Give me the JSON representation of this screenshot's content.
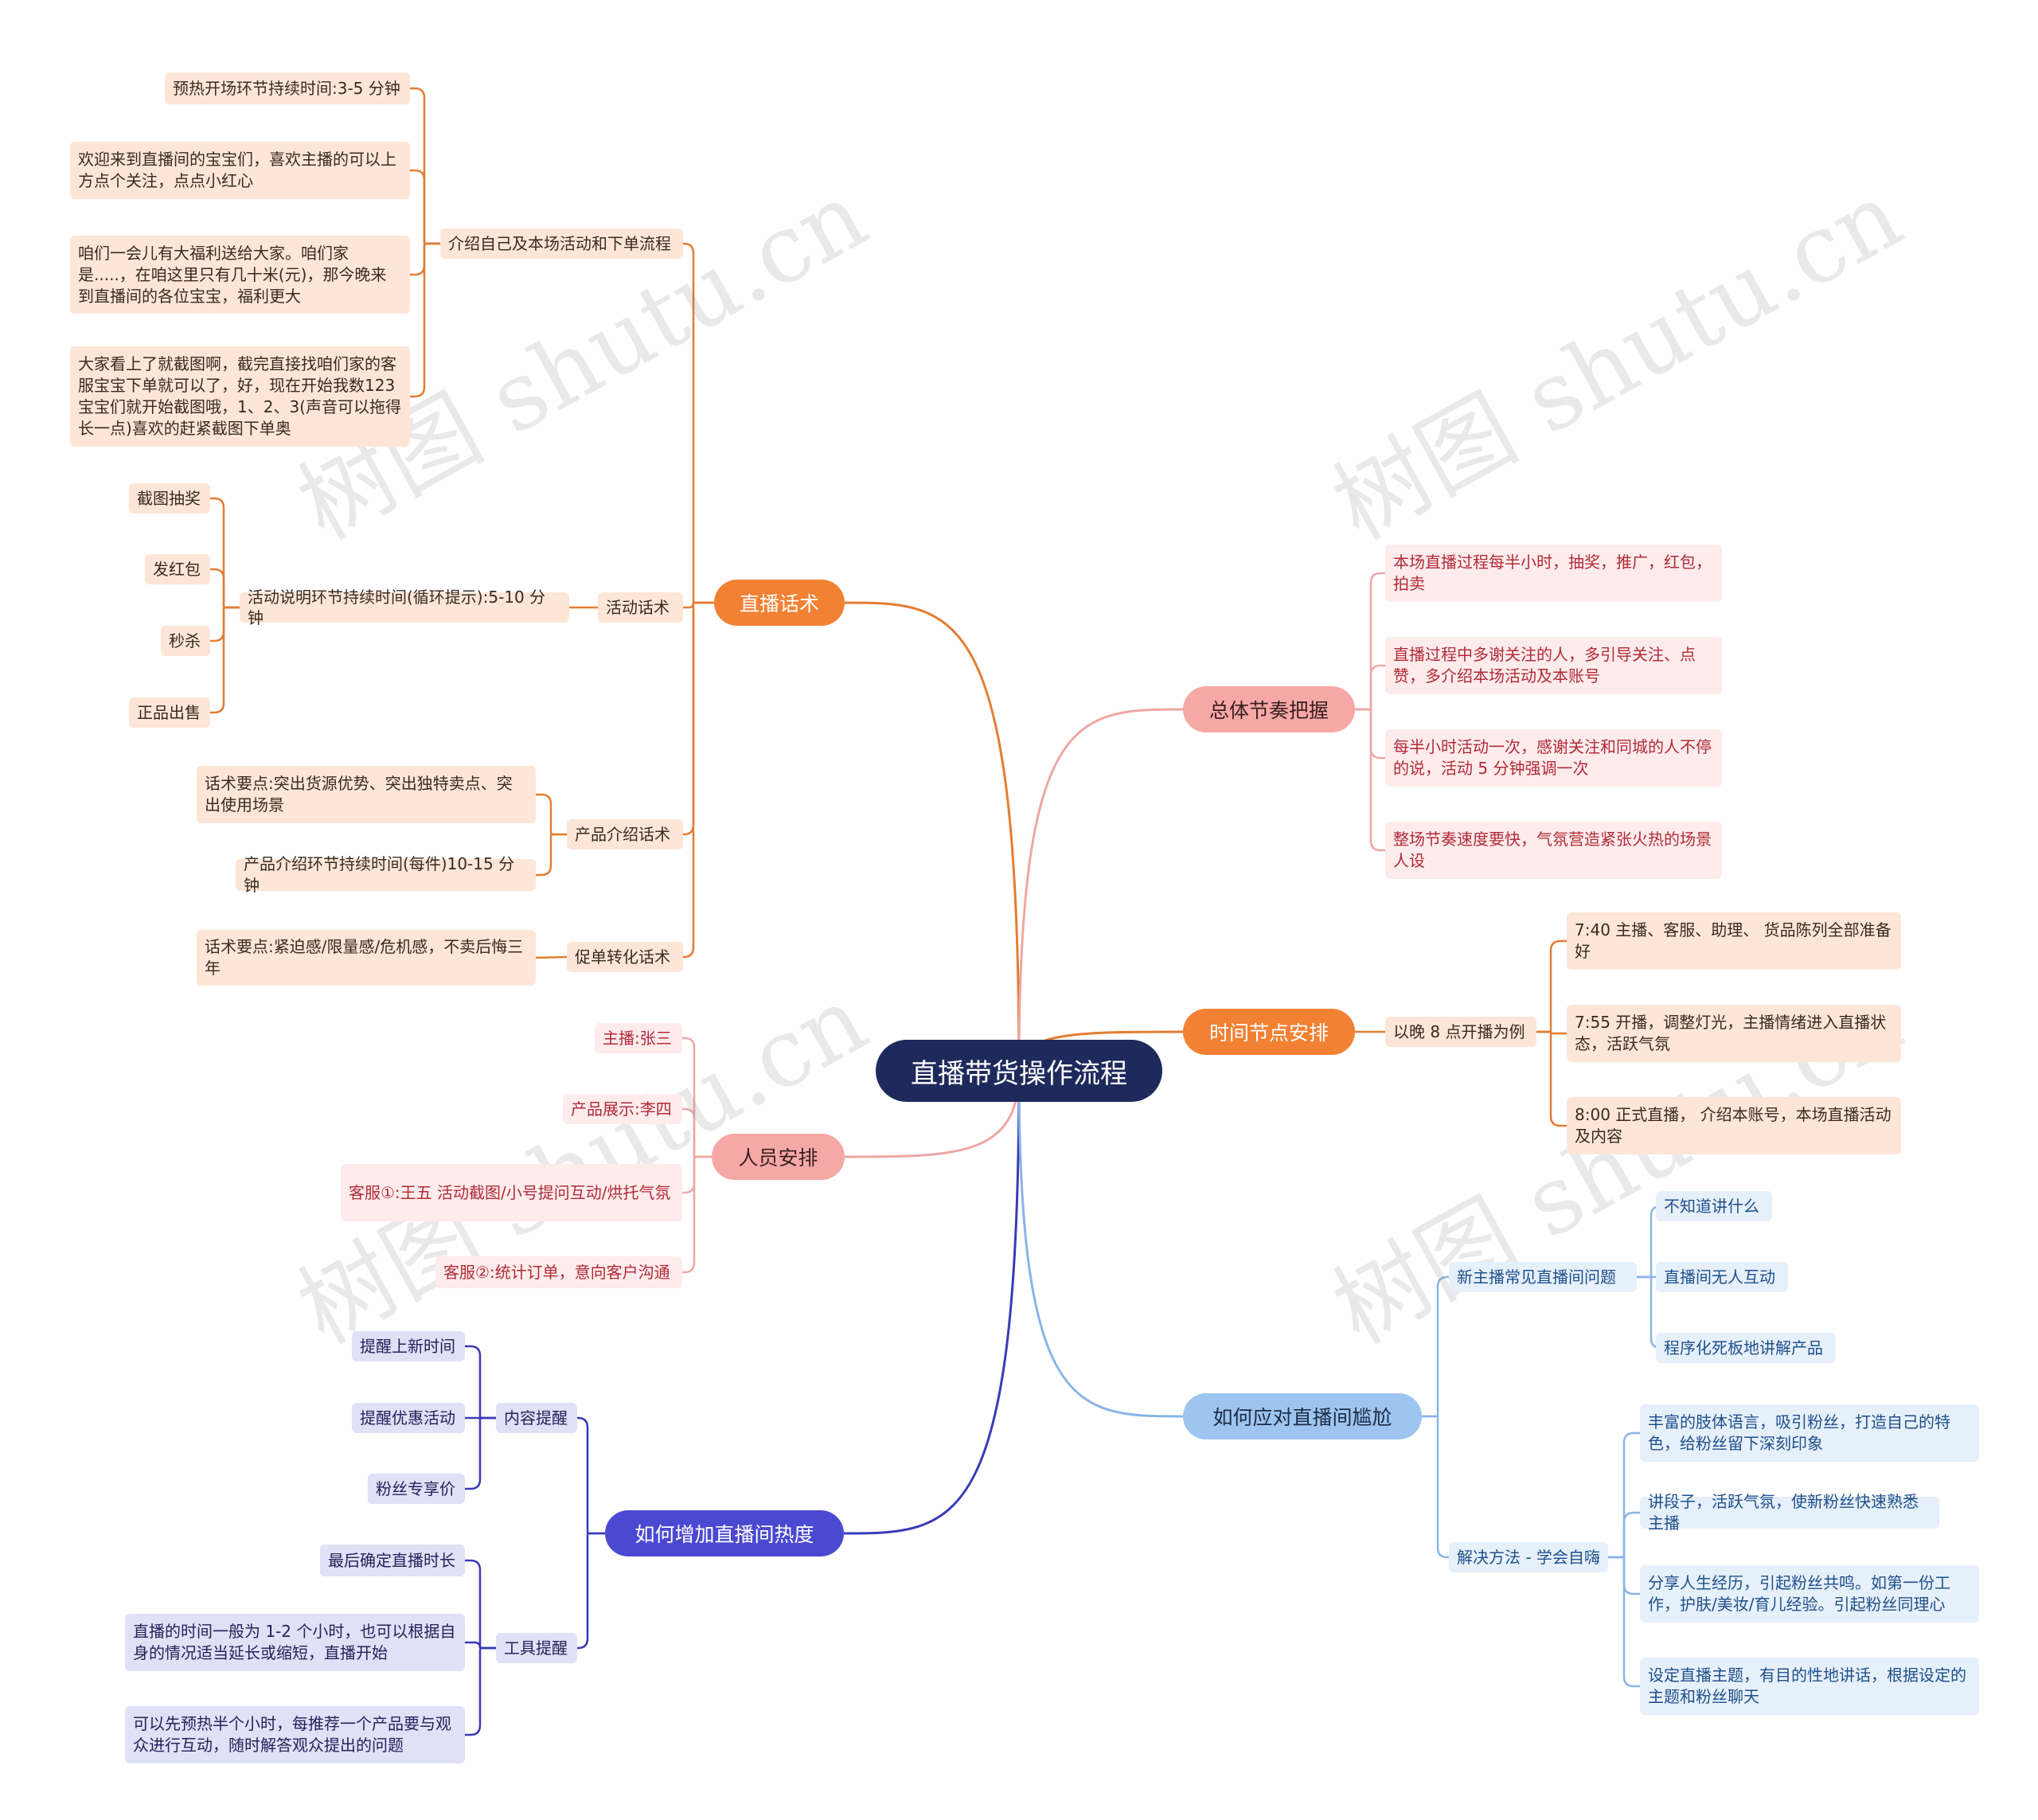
{
  "watermark": "树图 shutu.cn",
  "root": "直播带货操作流程",
  "colors": {
    "root_bg": "#1f2a5c",
    "orange": "#f28133",
    "orange_line": "#e37d32",
    "orange_leaf": "#fde6d7",
    "orange_text": "#3a2a20",
    "pink": "#f6a8a6",
    "pink_line": "#eda7a4",
    "pink_leaf": "#fdeceb",
    "pink_text": "#b22a3a",
    "blue": "#9ec5f0",
    "blue_line": "#8ab5e6",
    "blue_leaf": "#e6f0fb",
    "blue_text": "#1f4f8a",
    "indigo": "#4b48d1",
    "indigo_line": "#3a3ab8",
    "indigo_leaf": "#e0e0f7",
    "indigo_text": "#23235a"
  },
  "branches": {
    "huashu": {
      "label": "直播话术",
      "intro": {
        "label": "介绍自己及本场活动和下单流程",
        "items": [
          "预热开场环节持续时间:3-5 分钟",
          "欢迎来到直播间的宝宝们，喜欢主播的可以上方点个关注，点点小红心",
          "咱们一会儿有大福利送给大家。咱们家是.....，在咱这里只有几十米(元)，那今晚来到直播间的各位宝宝，福利更大",
          "大家看上了就截图啊，截完直接找咱们家的客服宝宝下单就可以了，好，现在开始我数123宝宝们就开始截图哦，1、2、3(声音可以拖得长一点)喜欢的赶紧截图下单奥"
        ]
      },
      "activity": {
        "label": "活动话术",
        "mid": "活动说明环节持续时间(循环提示):5-10 分钟",
        "items": [
          "截图抽奖",
          "发红包",
          "秒杀",
          "正品出售"
        ]
      },
      "product": {
        "label": "产品介绍话术",
        "items": [
          "话术要点:突出货源优势、突出独特卖点、突出使用场景",
          "产品介绍环节持续时间(每件)10-15 分钟"
        ]
      },
      "convert": {
        "label": "促单转化话术",
        "items": [
          "话术要点:紧迫感/限量感/危机感，不卖后悔三年"
        ]
      }
    },
    "staff": {
      "label": "人员安排",
      "items": [
        "主播:张三",
        "产品展示:李四",
        "客服①:王五 活动截图/小号提问互动/烘托气氛",
        "客服②:统计订单，意向客户沟通"
      ]
    },
    "heat": {
      "label": "如何增加直播间热度",
      "content": {
        "label": "内容提醒",
        "items": [
          "提醒上新时间",
          "提醒优惠活动",
          "粉丝专享价"
        ]
      },
      "tools": {
        "label": "工具提醒",
        "items": [
          "最后确定直播时长",
          "直播的时间一般为 1-2 个小时，也可以根据自身的情况适当延长或缩短，直播开始",
          "可以先预热半个小时，每推荐一个产品要与观众进行互动，随时解答观众提出的问题"
        ]
      }
    },
    "rhythm": {
      "label": "总体节奏把握",
      "items": [
        "本场直播过程每半小时，抽奖，推广，红包，拍卖",
        "直播过程中多谢关注的人，多引导关注、点赞，多介绍本场活动及本账号",
        "每半小时活动一次，感谢关注和同城的人不停的说，活动 5 分钟强调一次",
        "整场节奏速度要快，气氛营造紧张火热的场景人设"
      ]
    },
    "time": {
      "label": "时间节点安排",
      "mid": "以晚 8 点开播为例",
      "items": [
        "7:40 主播、客服、助理、 货品陈列全部准备好",
        "7:55 开播，调整灯光，主播情绪进入直播状态，活跃气氛",
        "8:00 正式直播， 介绍本账号，本场直播活动及内容"
      ]
    },
    "awkward": {
      "label": "如何应对直播间尴尬",
      "problems": {
        "label": "新主播常见直播间问题",
        "items": [
          "不知道讲什么",
          "直播间无人互动",
          "程序化死板地讲解产品"
        ]
      },
      "solutions": {
        "label": "解决方法 - 学会自嗨",
        "items": [
          "丰富的肢体语言，吸引粉丝，打造自己的特色，给粉丝留下深刻印象",
          "讲段子，活跃气氛，使新粉丝快速熟悉主播",
          "分享人生经历，引起粉丝共鸣。如第一份工作，护肤/美妆/育儿经验。引起粉丝同理心",
          "设定直播主题，有目的性地讲话，根据设定的主题和粉丝聊天"
        ]
      }
    }
  }
}
